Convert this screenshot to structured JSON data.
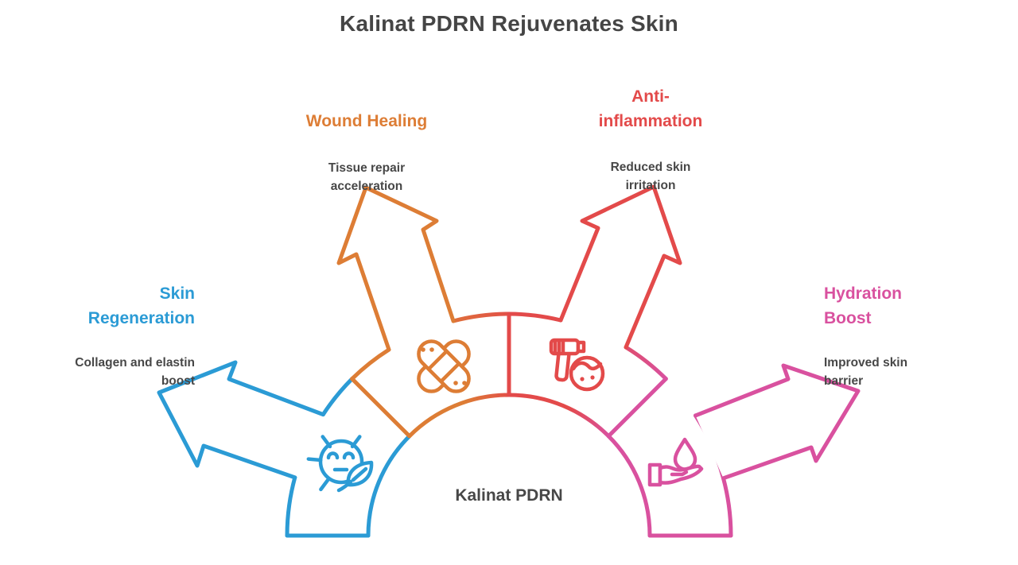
{
  "title": "Kalinat PDRN Rejuvenates Skin",
  "center_label": "Kalinat PDRN",
  "branches": [
    {
      "id": "skin-regeneration",
      "label": "Skin\nRegeneration",
      "sublabel": "Collagen and elastin\nboost",
      "color": "#2B9BD5",
      "icon": "face-leaf-icon",
      "arrow_direction": "left"
    },
    {
      "id": "wound-healing",
      "label": "Wound Healing",
      "sublabel": "Tissue repair\nacceleration",
      "color": "#DD7D35",
      "icon": "crossed-bandage-icon",
      "arrow_direction": "up-left"
    },
    {
      "id": "anti-inflammation",
      "label": "Anti-\ninflammation",
      "sublabel": "Reduced skin\nirritation",
      "color": "#E34A4A",
      "icon": "spray-device-face-icon",
      "arrow_direction": "up-right"
    },
    {
      "id": "hydration-boost",
      "label": "Hydration\nBoost",
      "sublabel": "Improved skin\nbarrier",
      "color": "#D9519F",
      "icon": "hand-water-drop-icon",
      "arrow_direction": "right"
    }
  ],
  "text_color": "#474747",
  "title_color": "#454545",
  "background_color": "#ffffff"
}
